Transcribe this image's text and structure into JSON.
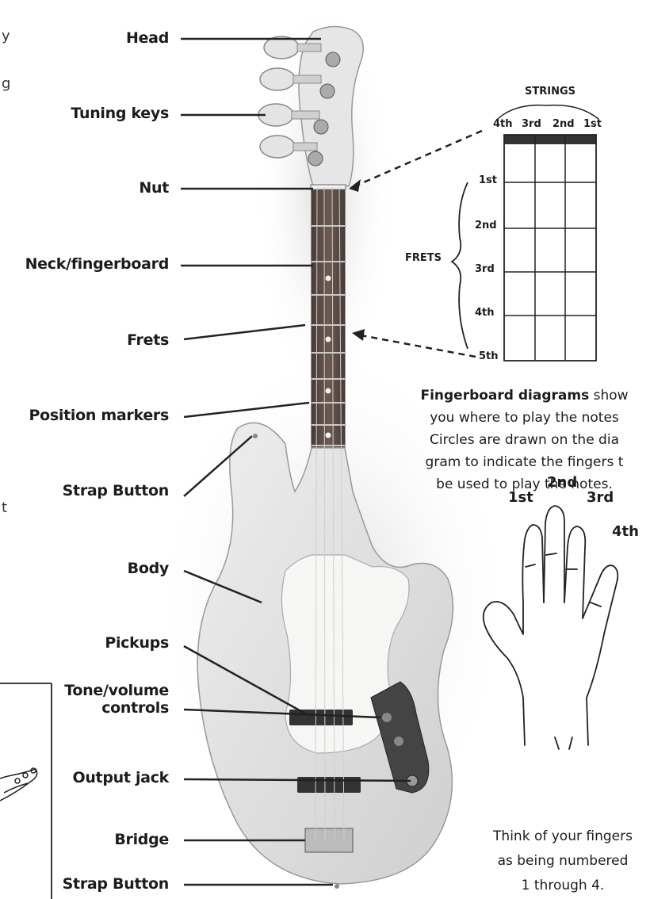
{
  "labels": {
    "head": "Head",
    "tuning_keys": "Tuning keys",
    "nut": "Nut",
    "neck": "Neck/fingerboard",
    "frets": "Frets",
    "position_markers": "Position markers",
    "strap_button_top": "Strap Button",
    "body": "Body",
    "pickups": "Pickups",
    "tone_volume_line1": "Tone/volume",
    "tone_volume_line2": "controls",
    "output_jack": "Output jack",
    "bridge": "Bridge",
    "strap_button_bottom": "Strap Button"
  },
  "fingerboard_diagram": {
    "strings_title": "STRINGS",
    "strings": [
      "4th",
      "3rd",
      "2nd",
      "1st"
    ],
    "frets_title": "FRETS",
    "frets": [
      "1st",
      "2nd",
      "3rd",
      "4th",
      "5th"
    ]
  },
  "caption_diagram": {
    "bold": "Fingerboard diagrams",
    "line1_rest": " show",
    "line2": "you where to play the notes",
    "line3": "Circles are drawn on the dia",
    "line4": "gram to indicate the fingers t",
    "line5": "be used to play the notes."
  },
  "hand": {
    "fingers": [
      "1st",
      "2nd",
      "3rd",
      "4th"
    ]
  },
  "caption_hand": {
    "line1": "Think of your fingers",
    "line2": "as being numbered",
    "line3": "1 through 4."
  },
  "edge_fragments": {
    "top1": "y",
    "top2": "g",
    "mid": "t"
  },
  "colors": {
    "ink": "#1c1c1c",
    "fingerboard": "#5a4a42",
    "body": "#e8e8e8",
    "pickguard": "#f4f4f2"
  }
}
